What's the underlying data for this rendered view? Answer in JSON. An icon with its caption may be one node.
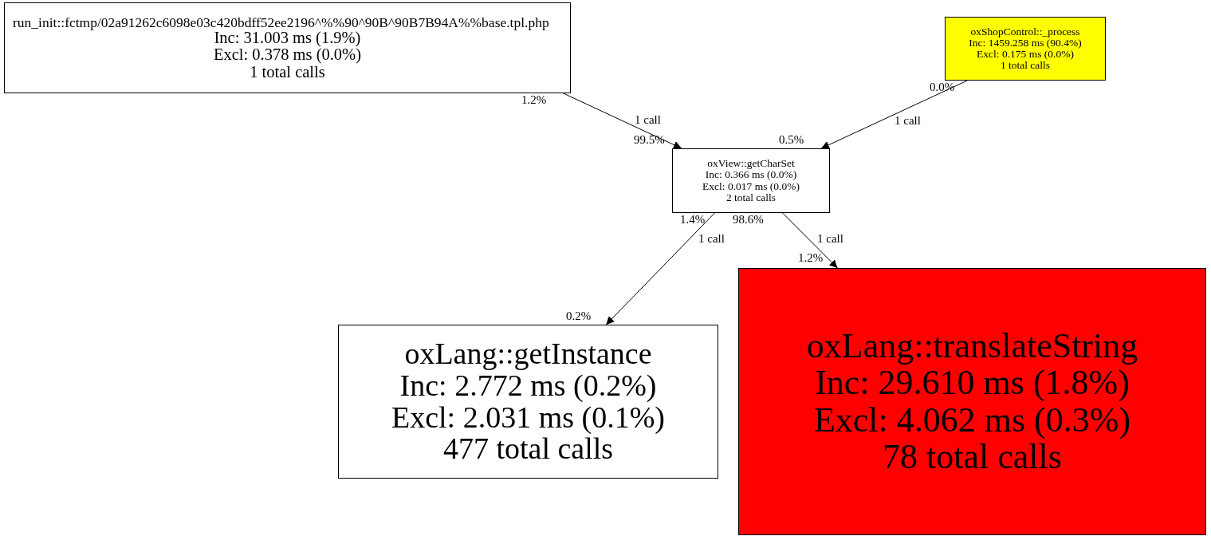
{
  "diagram": {
    "nodes": [
      {
        "text": [
          "run_init::fctmp/02a91262c6098e03c420bdff52ee2196^%%90^90B^90B7B94A%%base.tpl.php",
          "Inc: 31.003 ms (1.9%)",
          "Excl: 0.378 ms (0.0%)",
          "1 total calls"
        ]
      },
      {
        "text": [
          "oxShopControl::_process",
          "Inc: 1459.258 ms (90.4%)",
          "Excl: 0.175 ms (0.0%)",
          "1 total calls"
        ]
      },
      {
        "text": [
          "oxView::getCharSet",
          "Inc: 0.366 ms (0.0%)",
          "Excl: 0.017 ms (0.0%)",
          "2 total calls"
        ]
      },
      {
        "text": [
          "oxLang::getInstance",
          "Inc: 2.772 ms (0.2%)",
          "Excl: 2.031 ms (0.1%)",
          "477 total calls"
        ]
      },
      {
        "text": [
          "oxLang::translateString",
          "Inc: 29.610 ms (1.8%)",
          "Excl: 4.062 ms (0.3%)",
          "78 total calls"
        ]
      }
    ],
    "edges": [
      {
        "from": 0,
        "to": 2,
        "arrow": "to",
        "label": "1 call"
      },
      {
        "from": 1,
        "to": 2,
        "arrow": "to",
        "label": "1 call"
      },
      {
        "from": 2,
        "to": 3,
        "arrow": "to",
        "label": "1 call"
      },
      {
        "from": 2,
        "to": 4,
        "arrow": "to",
        "label": "1 call"
      }
    ],
    "labels": [
      "1.2%",
      "0.0%",
      "99.5%",
      "0.5%",
      "1.4%",
      "98.6%",
      "1.2%",
      "0.2%"
    ]
  }
}
